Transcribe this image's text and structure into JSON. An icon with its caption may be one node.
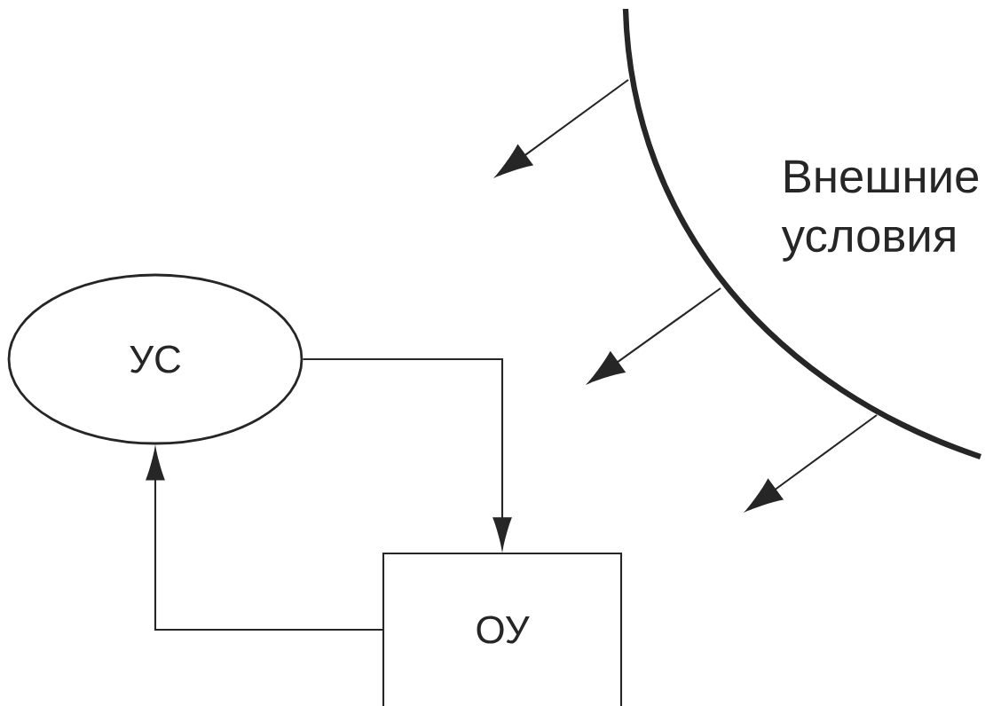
{
  "diagram": {
    "nodes": [
      {
        "text": [
          "УС"
        ]
      },
      {
        "text": [
          "ОУ"
        ]
      }
    ],
    "edges": [
      {
        "from": 0,
        "to": 1,
        "arrow": "to"
      },
      {
        "from": 1,
        "to": 0,
        "arrow": "to"
      }
    ],
    "labels": [
      "Внешние условия"
    ]
  }
}
